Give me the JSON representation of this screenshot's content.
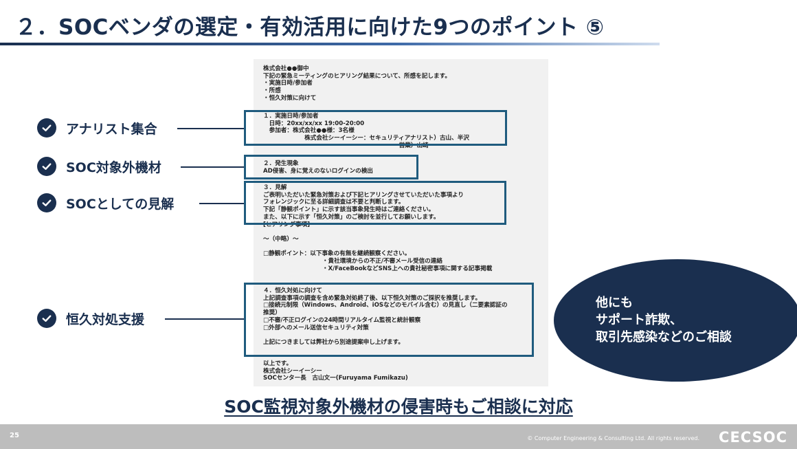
{
  "slide": {
    "title": "２．SOCベンダの選定・有効活用に向けた9つのポイント ⑤",
    "page_number": "25",
    "copyright": "© Computer Engineering & Consulting Ltd. All rights reserved.",
    "logo": "CECSOC",
    "bottom_caption": "SOC監視対象外機材の侵害時もご相談に対応"
  },
  "points": [
    {
      "label": "アナリスト集合",
      "icon": "check-circle-icon"
    },
    {
      "label": "SOC対象外機材",
      "icon": "check-circle-icon"
    },
    {
      "label": "SOCとしての見解",
      "icon": "check-circle-icon"
    },
    {
      "label": "恒久対処支援",
      "icon": "check-circle-icon"
    }
  ],
  "bubble": {
    "text": "他にも\nサポート詐欺、\n取引先感染などのご相談"
  },
  "document": {
    "header": "株式会社●●御中\n下記の緊急ミーティングのヒアリング結果について、所感を記します。\n・実施日時/参加者\n・所感\n・恒久対策に向けて",
    "section1": "１．実施日時/参加者\n　日時：20xx/xx/xx 19:00-20:00\n　参加者：株式会社●●様：3名様\n　　　　　　　株式会社シーイーシー：セキュリティアナリスト）古山、半沢\n　　　　　　　　　　　　　　　　　　　　　　　営業）山崎",
    "section2": "２．発生現象\nAD侵害、身に覚えのないログインの検出",
    "section3": "３．見解\nご表明いただいた緊急対策および下記ヒアリングさせていただいた事項より\nフォレンジックに至る詳細調査は不要と判断します。\n下記「静観ポイント」に示す該当事象発生時はご連絡ください。\nまた、以下に示す「恒久対策」のご検討を並行してお願いします。\n[ヒアリング事項]\n\n～（中略）～\n\n□静観ポイント：以下事象の有無を継続観察ください。\n　　　　　　　　　　・貴社環境からの不正/不審メール受信の連絡\n　　　　　　　　　　・X/FaceBookなどSNS上への貴社秘密事項に関する記事掲載",
    "section4": "４．恒久対処に向けて\n上記調査事項の調査を含め緊急対処終了後、以下恒久対策のご採択を推奨します。\n□接続元制限（Windows、Android、iOSなどのモバイル含む）の見直し（二要素認証の\n推奨）\n□不審/不正ログインの24時間リアルタイム監視と統計観察\n□外部へのメール送信セキュリティ対策\n\n上記につきましては弊社から別途提案申し上げます。",
    "closing": "以上です。\n株式会社シーイーシー\nSOCセンター長　古山文一(Furuyama Fumikazu)"
  },
  "colors": {
    "navy": "#1a2f4f",
    "highlight_border": "#1f5b7e",
    "footer_gray": "#bdbdbd",
    "doc_background": "#f1f1f1"
  }
}
